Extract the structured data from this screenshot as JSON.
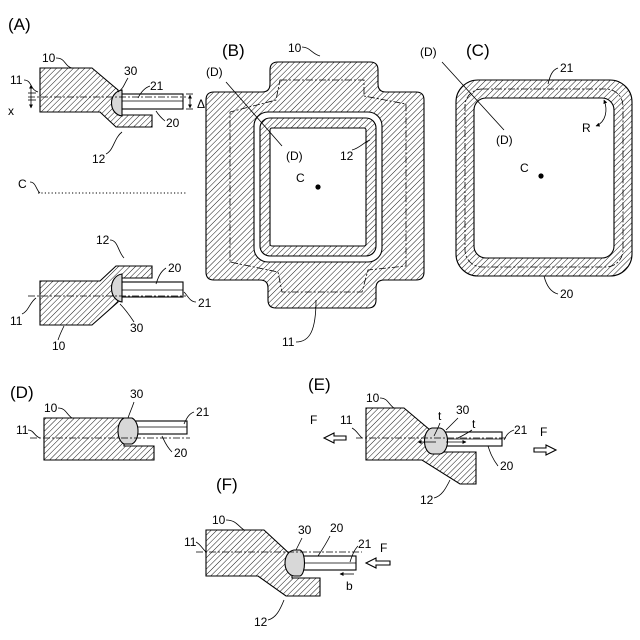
{
  "panels": [
    "(A)",
    "(B)",
    "(C)",
    "(D)",
    "(E)",
    "(F)"
  ],
  "refs": {
    "r10": "10",
    "r11": "11",
    "r12": "12",
    "r20": "20",
    "r21": "21",
    "r30": "30",
    "c": "C",
    "d": "(D)",
    "r": "R",
    "delta": "Δ",
    "x": "x",
    "t": "t",
    "f": "F",
    "b": "b"
  }
}
